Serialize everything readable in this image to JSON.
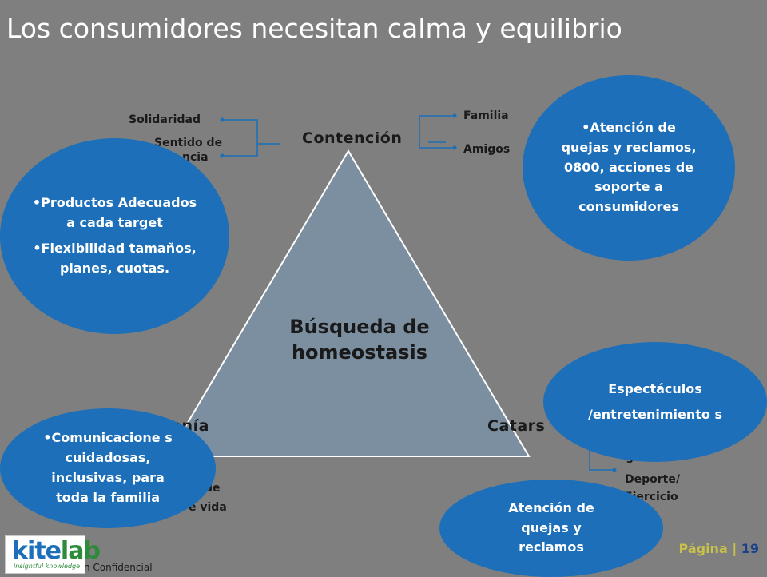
{
  "title": "Los consumidores necesitan calma y equilibrio",
  "triangle": {
    "center": [
      "Búsqueda de",
      "homeostasis"
    ],
    "top": "Contención",
    "left": "onía",
    "right": "Catars"
  },
  "branches": {
    "top_left": [
      "Solidaridad",
      "Sentido de",
      "ncia"
    ],
    "top_right": [
      "Familia",
      "Amigos"
    ],
    "bottom_left": [
      "de",
      "e vida"
    ],
    "bottom_right": [
      "s",
      "Deporte/",
      "Ejercicio"
    ]
  },
  "bubbles": {
    "products": [
      "•Productos Adecuados a cada target",
      "•Flexibilidad tamaños, planes, cuotas."
    ],
    "attention_top": "•Atención de quejas y reclamos, 0800, acciones de soporte a consumidores",
    "shows": [
      "Espectáculos",
      "/entretenimiento s"
    ],
    "communication": "•Comunicacione s cuidadosas, inclusivas, para toda la familia",
    "attention_bottom": "Atención de quejas y reclamos"
  },
  "footer": {
    "logo_k": "kite",
    "logo_l": "lab",
    "logo_tag": "insightful knowledge",
    "confidential": "n Confidencial",
    "page_word": "Página",
    "page_sep": "|",
    "page_num": "19"
  },
  "colors": {
    "background": "#7f7f7f",
    "bubble": "#1c6fb8",
    "triangle_fill": "#7b8fa0",
    "triangle_stroke": "#ffffff",
    "connector": "#1c6fb8"
  }
}
